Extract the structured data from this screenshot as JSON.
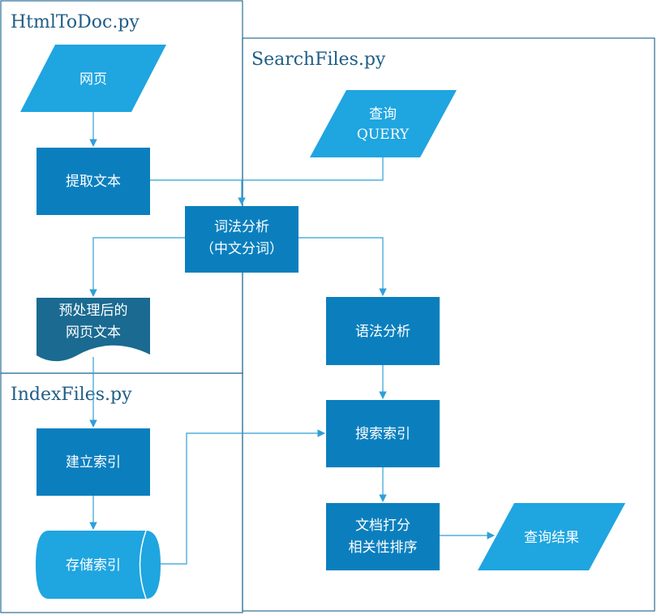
{
  "colors": {
    "light_blue": "#1fa5e0",
    "mid_blue": "#0b7fbe",
    "dark_teal": "#1a6a91",
    "frame": "#2b6f96",
    "title": "#1f5d86",
    "arrow": "#2f9fd8"
  },
  "containers": {
    "html_to_doc": {
      "title": "HtmlToDoc.py"
    },
    "search_files": {
      "title": "SearchFiles.py"
    },
    "index_files": {
      "title": "IndexFiles.py"
    }
  },
  "nodes": {
    "web_page": {
      "lines": [
        "网页"
      ],
      "shape": "parallelogram",
      "color": "light_blue"
    },
    "extract_text": {
      "lines": [
        "提取文本"
      ],
      "shape": "rectangle",
      "color": "mid_blue"
    },
    "lexical_analysis": {
      "lines": [
        "词法分析",
        "（中文分词）"
      ],
      "shape": "rectangle",
      "color": "mid_blue"
    },
    "processed_text": {
      "lines": [
        "预处理后的",
        "网页文本"
      ],
      "shape": "document",
      "color": "dark_teal"
    },
    "query": {
      "lines": [
        "查询",
        "QUERY"
      ],
      "shape": "parallelogram",
      "color": "light_blue"
    },
    "syntax_analysis": {
      "lines": [
        "语法分析"
      ],
      "shape": "rectangle",
      "color": "mid_blue"
    },
    "build_index": {
      "lines": [
        "建立索引"
      ],
      "shape": "rectangle",
      "color": "mid_blue"
    },
    "search_index": {
      "lines": [
        "搜索索引"
      ],
      "shape": "rectangle",
      "color": "mid_blue"
    },
    "store_index": {
      "lines": [
        "存储索引"
      ],
      "shape": "stored-data",
      "color": "light_blue"
    },
    "score_rank": {
      "lines": [
        "文档打分",
        "相关性排序"
      ],
      "shape": "rectangle",
      "color": "mid_blue"
    },
    "query_result": {
      "lines": [
        "查询结果"
      ],
      "shape": "parallelogram",
      "color": "light_blue"
    }
  },
  "edges": [
    {
      "from": "web_page",
      "to": "extract_text"
    },
    {
      "from": "extract_text",
      "to": "lexical_analysis"
    },
    {
      "from": "query",
      "to": "lexical_analysis"
    },
    {
      "from": "lexical_analysis",
      "to": "processed_text"
    },
    {
      "from": "lexical_analysis",
      "to": "syntax_analysis"
    },
    {
      "from": "processed_text",
      "to": "build_index"
    },
    {
      "from": "build_index",
      "to": "store_index"
    },
    {
      "from": "syntax_analysis",
      "to": "search_index"
    },
    {
      "from": "store_index",
      "to": "search_index"
    },
    {
      "from": "search_index",
      "to": "score_rank"
    },
    {
      "from": "score_rank",
      "to": "query_result"
    }
  ]
}
